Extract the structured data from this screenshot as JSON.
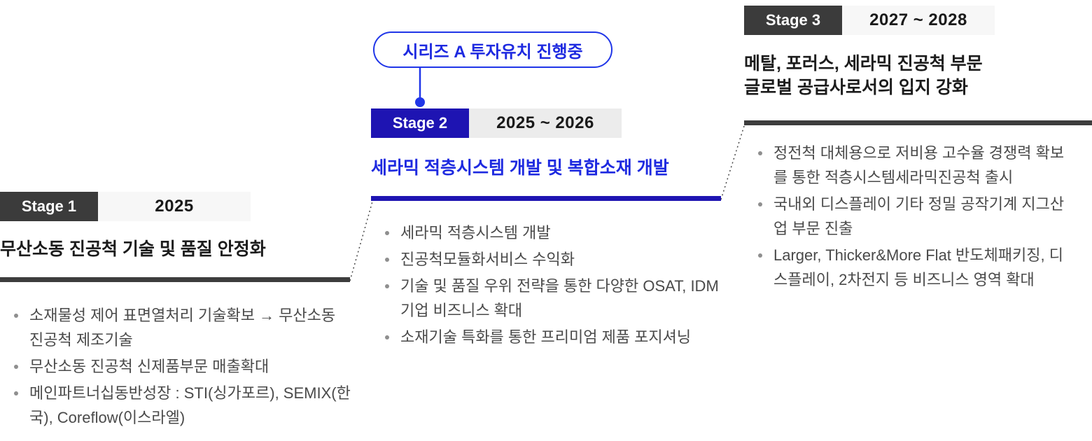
{
  "callout": {
    "label": "시리즈 A 투자유치 진행중"
  },
  "stages": [
    {
      "badge": "Stage 1",
      "period": "2025",
      "title": "무산소동 진공척 기술 및 품질 안정화",
      "bullets": [
        "소재물성 제어 표면열처리 기술확보 → 무산소동 진공척 제조기술",
        "무산소동 진공척 신제품부문 매출확대",
        "메인파트너십동반성장 : STI(싱가포르), SEMIX(한국), Coreflow(이스라엘)"
      ]
    },
    {
      "badge": "Stage 2",
      "period": "2025 ~ 2026",
      "title": "세라믹 적층시스템 개발 및 복합소재 개발",
      "bullets": [
        "세라믹 적층시스템 개발",
        "진공척모듈화서비스 수익화",
        "기술 및 품질 우위 전략을 통한 다양한 OSAT, IDM기업 비즈니스 확대",
        "소재기술 특화를 통한 프리미엄 제품 포지셔닝"
      ]
    },
    {
      "badge": "Stage 3",
      "period": "2027 ~ 2028",
      "title_line1": "메탈, 포러스, 세라믹 진공척 부문",
      "title_line2": "글로벌 공급사로서의 입지 강화",
      "bullets": [
        "정전척 대체용으로 저비용 고수율 경쟁력 확보를 통한 적층시스템세라믹진공척 출시",
        "국내외 디스플레이 기타 정밀 공작기계 지그산업 부문 진출",
        "Larger, Thicker&More Flat 반도체패키징, 디스플레이, 2차전지 등 비즈니스 영역 확대"
      ]
    }
  ],
  "colors": {
    "dark_badge": "#3b3b3b",
    "navy_badge": "#1e14b2",
    "blue_accent": "#2036e8",
    "blue_title": "#1e2ae0",
    "period_gray": "#ececec",
    "period_near_white": "#f7f7f7",
    "bullet_text": "#4a4a4a"
  }
}
